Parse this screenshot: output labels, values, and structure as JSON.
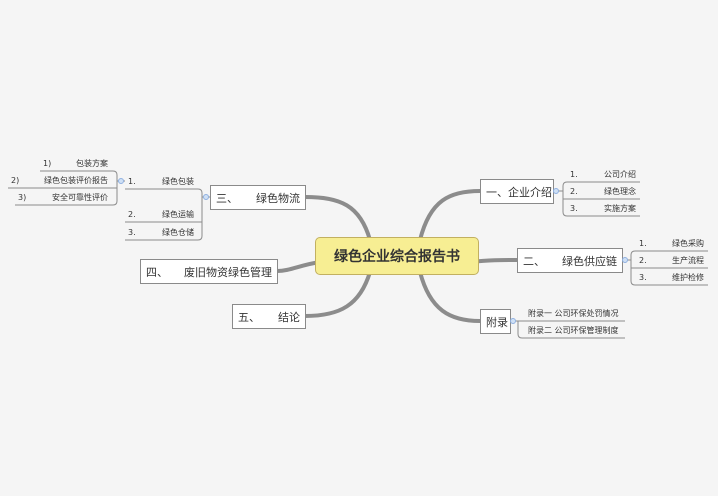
{
  "central": "绿色企业综合报告书",
  "branches": {
    "b1": {
      "num": "一、",
      "label": "企业介绍",
      "children": [
        {
          "num": "1.",
          "label": "公司介绍"
        },
        {
          "num": "2.",
          "label": "绿色理念"
        },
        {
          "num": "3.",
          "label": "实施方案"
        }
      ]
    },
    "b2": {
      "num": "二、",
      "label": "绿色供应链",
      "children": [
        {
          "num": "1.",
          "label": "绿色采购"
        },
        {
          "num": "2.",
          "label": "生产流程"
        },
        {
          "num": "3.",
          "label": "维护检修"
        }
      ]
    },
    "b3": {
      "num": "三、",
      "label": "绿色物流",
      "children": [
        {
          "num": "1.",
          "label": "绿色包装",
          "children": [
            {
              "num": "1)",
              "label": "包装方案"
            },
            {
              "num": "2)",
              "label": "绿色包装评价报告"
            },
            {
              "num": "3)",
              "label": "安全可靠性评价"
            }
          ]
        },
        {
          "num": "2.",
          "label": "绿色运输"
        },
        {
          "num": "3.",
          "label": "绿色仓储"
        }
      ]
    },
    "b4": {
      "num": "四、",
      "label": "废旧物资绿色管理"
    },
    "b5": {
      "num": "五、",
      "label": "结论"
    },
    "appendix": {
      "label": "附录",
      "children": [
        {
          "label": "附录一 公司环保处罚情况"
        },
        {
          "label": "附录二 公司环保管理制度"
        }
      ]
    }
  }
}
